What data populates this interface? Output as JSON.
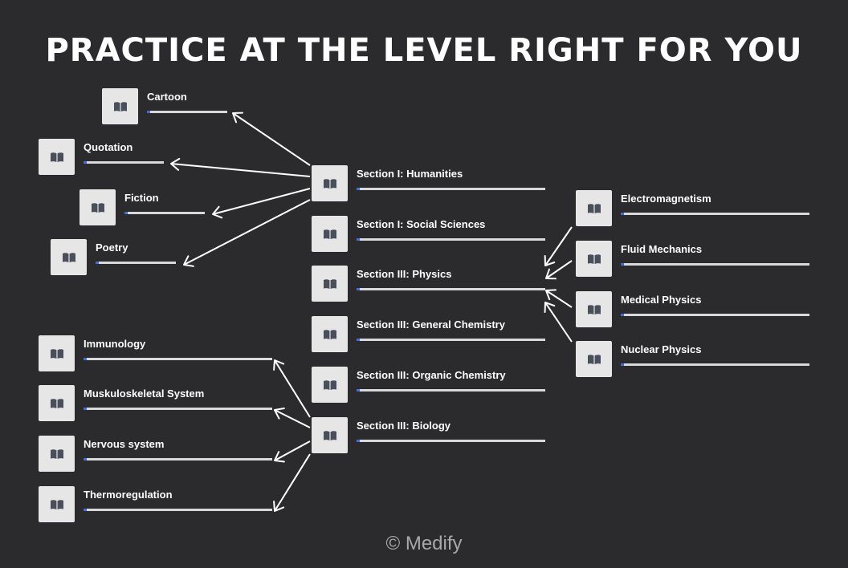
{
  "title": "PRACTICE AT THE LEVEL RIGHT FOR YOU",
  "footer": "© Medify",
  "colors": {
    "background": "#2b2b2d",
    "bar_track": "#d9d9d9",
    "bar_fill": "#3f6fd6",
    "icon_bg": "#e6e6e6",
    "icon_fg": "#4a4f5c"
  },
  "icon": "open-book-icon",
  "sections": [
    {
      "label": "Section I: Humanities"
    },
    {
      "label": "Section I: Social Sciences"
    },
    {
      "label": "Section III: Physics"
    },
    {
      "label": "Section III: General Chemistry"
    },
    {
      "label": "Section III: Organic Chemistry"
    },
    {
      "label": "Section III: Biology"
    }
  ],
  "humanities_topics": [
    {
      "label": "Cartoon"
    },
    {
      "label": "Quotation"
    },
    {
      "label": "Fiction"
    },
    {
      "label": "Poetry"
    }
  ],
  "physics_topics": [
    {
      "label": "Electromagnetism"
    },
    {
      "label": "Fluid Mechanics"
    },
    {
      "label": "Medical Physics"
    },
    {
      "label": "Nuclear Physics"
    }
  ],
  "biology_topics": [
    {
      "label": "Immunology"
    },
    {
      "label": "Muskuloskeletal System"
    },
    {
      "label": "Nervous system"
    },
    {
      "label": "Thermoregulation"
    }
  ]
}
